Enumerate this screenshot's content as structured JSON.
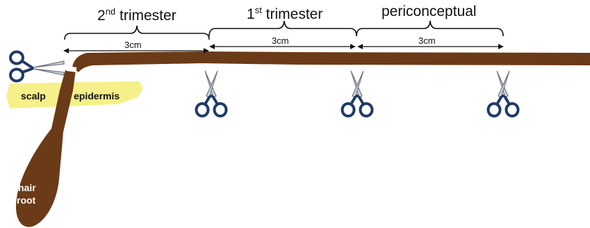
{
  "labels": {
    "trimester2_base": "2",
    "trimester2_sup": "nd",
    "trimester2_rest": " trimester",
    "trimester1_base": "1",
    "trimester1_sup": "st",
    "trimester1_rest": " trimester",
    "periconceptual": "periconceptual",
    "segment1_length": "3cm",
    "segment2_length": "3cm",
    "segment3_length": "3cm",
    "scalp": "scalp",
    "epidermis": "epidermis",
    "hair_root_line1": "hair",
    "hair_root_line2": "root"
  },
  "icons": {
    "scissors": "scissors-icon",
    "brace": "curly-brace",
    "arrow": "double-headed-arrow"
  },
  "colors": {
    "hair": "#6b3a17",
    "scalp_band": "#f6f08a",
    "scissors_handle": "#1f3a66",
    "scissors_blade": "#c8ccd2",
    "line": "#111111"
  }
}
